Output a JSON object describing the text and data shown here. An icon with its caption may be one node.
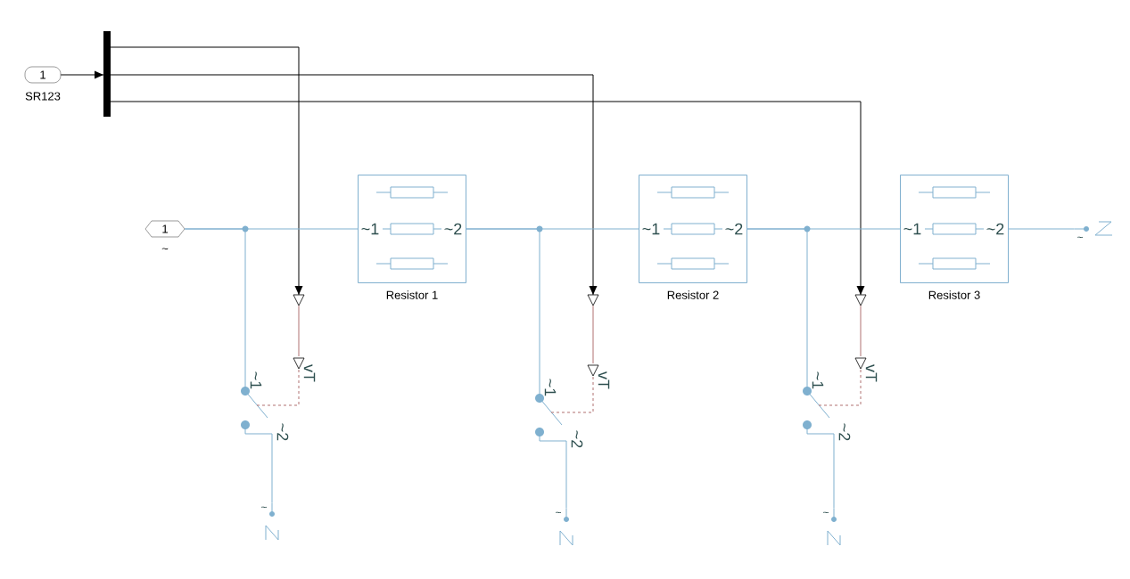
{
  "diagram": {
    "nodes": [
      {
        "text": [
          "1"
        ],
        "beside": [
          "SR123"
        ]
      },
      {
        "text": [],
        "shape": "bar"
      },
      {
        "text": [
          "1"
        ],
        "beside": [
          "~"
        ]
      },
      {
        "text": [
          "~1",
          "~2"
        ],
        "beside": [
          "Resistor 1"
        ]
      },
      {
        "text": [
          "~1",
          "~2"
        ],
        "beside": [
          "Resistor 2"
        ]
      },
      {
        "text": [
          "~1",
          "~2"
        ],
        "beside": [
          "Resistor 3"
        ]
      },
      {
        "text": [],
        "shape": "triangle"
      },
      {
        "text": [
          "~1",
          "~2",
          "vT"
        ]
      },
      {
        "text": [
          "~"
        ]
      },
      {
        "text": [],
        "shape": "triangle"
      },
      {
        "text": [
          "~1",
          "~2",
          "vT"
        ]
      },
      {
        "text": [
          "~"
        ]
      },
      {
        "text": [],
        "shape": "triangle"
      },
      {
        "text": [
          "~1",
          "~2",
          "vT"
        ]
      },
      {
        "text": [
          "~"
        ]
      },
      {
        "text": [
          "~"
        ]
      }
    ],
    "edges": [
      {
        "from": 0,
        "to": 1,
        "arrow": "to",
        "color": "#000000"
      },
      {
        "from": 1,
        "to": 6,
        "arrow": "to",
        "color": "#000000"
      },
      {
        "from": 1,
        "to": 9,
        "arrow": "to",
        "color": "#000000"
      },
      {
        "from": 1,
        "to": 12,
        "arrow": "to",
        "color": "#000000"
      },
      {
        "from": 2,
        "to": 3,
        "arrow": "none"
      },
      {
        "from": 2,
        "to": 7,
        "arrow": "none"
      },
      {
        "from": 3,
        "to": 4,
        "arrow": "none"
      },
      {
        "from": 3,
        "to": 10,
        "arrow": "none"
      },
      {
        "from": 4,
        "to": 5,
        "arrow": "none"
      },
      {
        "from": 4,
        "to": 13,
        "arrow": "none"
      },
      {
        "from": 5,
        "to": 15,
        "arrow": "none"
      },
      {
        "from": 6,
        "to": 7,
        "arrow": "none",
        "color": "#b07070"
      },
      {
        "from": 9,
        "to": 10,
        "arrow": "none",
        "color": "#b07070"
      },
      {
        "from": 12,
        "to": 13,
        "arrow": "none",
        "color": "#b07070"
      },
      {
        "from": 7,
        "to": 8,
        "arrow": "none"
      },
      {
        "from": 10,
        "to": 11,
        "arrow": "none"
      },
      {
        "from": 13,
        "to": 14,
        "arrow": "none"
      }
    ]
  }
}
